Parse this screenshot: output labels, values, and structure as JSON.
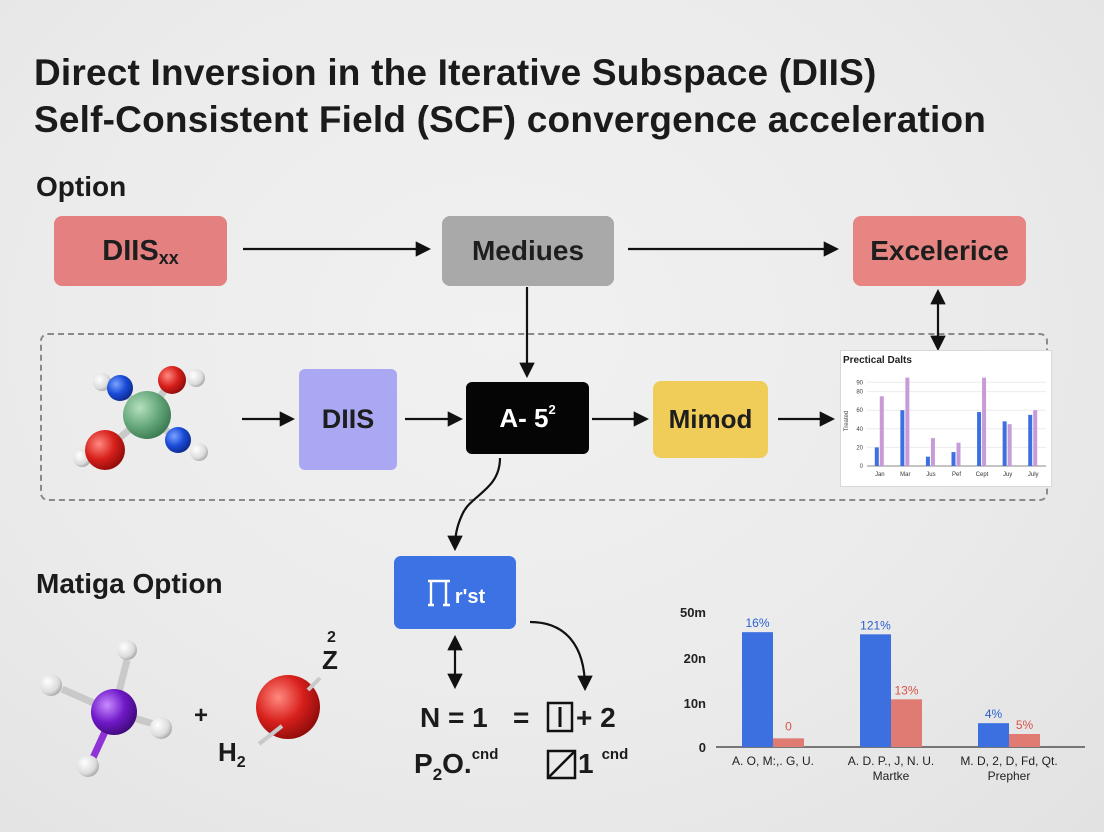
{
  "title": {
    "line1": "Direct Inversion in the Iterative Subspace (DIIS)",
    "line2": "Self-Consistent Field (SCF) convergence acceleration"
  },
  "sections": {
    "option": "Option",
    "matiga_option": "Matiga Option"
  },
  "top_row": {
    "diis_main": "DIIS",
    "diis_sub": "xx",
    "medius": "Mediues",
    "excelerice": "Excelerice"
  },
  "middle_row": {
    "diis": "DIIS",
    "a_box": "A- 5",
    "a_box_sup": "2",
    "mimod": "Mimod"
  },
  "first_box": {
    "label": "r'st"
  },
  "equations": {
    "n_eq": "N = 1",
    "equals": "=",
    "plus_two": "+ 2",
    "p2o_main": "P",
    "p2o_sub": "2",
    "p2o_tail": "O.",
    "p2o_sup": "cnd",
    "one_main": "1",
    "one_sup": "cnd",
    "h2_main": "H",
    "h2_sub": "2",
    "plus": "+",
    "z_main": "Z",
    "z_sup": "2"
  },
  "colors": {
    "diis_xx_box": "#e58080",
    "medius_box": "#a9a9a9",
    "excelerice_box": "#e68582",
    "diis_box": "#aaa8f3",
    "a_box": "#050505",
    "mimod_box": "#f0cd59",
    "first_box": "#3c72e3",
    "bar_blue": "#3c70e0",
    "bar_red": "#e07b73",
    "bar_purple": "#c79ad8"
  },
  "chart_data": [
    {
      "type": "bar",
      "title": "Prectical Dalts",
      "categories": [
        "Jan",
        "Mar",
        "Jus",
        "Pef",
        "Cept",
        "Juy",
        "July"
      ],
      "yticks": [
        "0",
        "20",
        "40",
        "60",
        "80",
        "90"
      ],
      "ylabel": "Treated",
      "ylim": [
        0,
        100
      ],
      "series": [
        {
          "values": [
            20,
            60,
            10,
            15,
            58,
            48,
            55
          ]
        },
        {
          "values": [
            75,
            95,
            30,
            25,
            95,
            45,
            60
          ]
        }
      ]
    },
    {
      "type": "bar",
      "categories": [
        "A. O, M:,. G, U.",
        "A. D. P., J, N. U. Martke",
        "M. D, 2, D, Fd, Qt. Prepher"
      ],
      "category_lines": [
        [
          "A. O, M:,. G, U."
        ],
        [
          "A. D. P., J, N. U.",
          "Martke"
        ],
        [
          "M. D, 2, D, Fd, Qt.",
          "Prepher"
        ]
      ],
      "yticks": [
        "0",
        "10n",
        "20n",
        "50m"
      ],
      "ylim": [
        0,
        30
      ],
      "series": [
        {
          "values": [
            26.5,
            26,
            5.5
          ],
          "labels": [
            "16%",
            "121%",
            "4%"
          ]
        },
        {
          "values": [
            2,
            11,
            3
          ],
          "labels": [
            "0",
            "13%",
            "5%"
          ]
        }
      ]
    }
  ]
}
